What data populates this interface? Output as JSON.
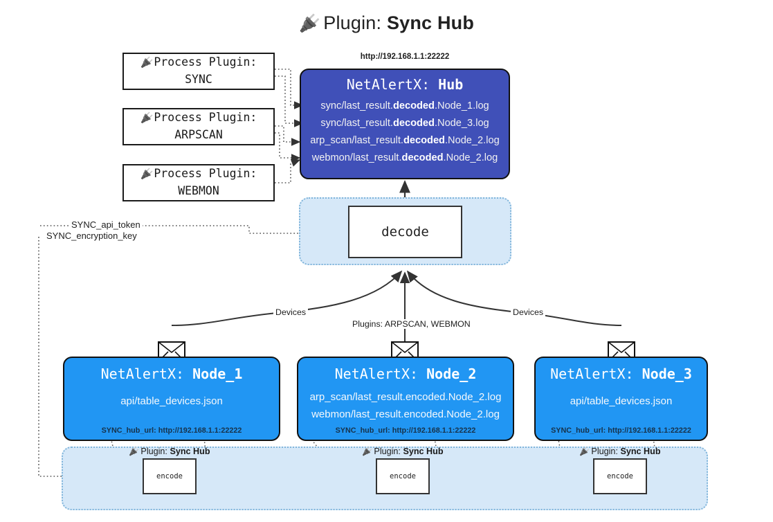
{
  "title": {
    "prefix": "Plugin:",
    "name": "Sync Hub",
    "icon": "plug-icon"
  },
  "process_plugins": [
    {
      "line1": "Process Plugin:",
      "line2": "SYNC",
      "icon": "plug-icon"
    },
    {
      "line1": "Process Plugin:",
      "line2": "ARPSCAN",
      "icon": "plug-icon"
    },
    {
      "line1": "Process Plugin:",
      "line2": "WEBMON",
      "icon": "plug-icon"
    }
  ],
  "hub": {
    "url": "http://192.168.1.1:22222",
    "title_prefix": "NetAlertX:",
    "title_name": "Hub",
    "logs": [
      {
        "pre": "sync/last_result.",
        "em": "decoded",
        "post": ".Node_1.log"
      },
      {
        "pre": "sync/last_result.",
        "em": "decoded",
        "post": ".Node_3.log"
      },
      {
        "pre": "arp_scan/last_result.",
        "em": "decoded",
        "post": ".Node_2.log"
      },
      {
        "pre": "webmon/last_result.",
        "em": "decoded",
        "post": ".Node_2.log"
      }
    ],
    "color": "#4050b8"
  },
  "decode": {
    "label": "decode"
  },
  "config_labels": {
    "api_token": "SYNC_api_token",
    "encryption_key": "SYNC_encryption_key"
  },
  "flow_labels": {
    "devices_left": "Devices",
    "devices_right": "Devices",
    "plugins_center": "Plugins: ARPSCAN, WEBMON"
  },
  "nodes": [
    {
      "title_prefix": "NetAlertX:",
      "title_name": "Node_1",
      "lines": [
        "api/table_devices.json"
      ],
      "footer": "SYNC_hub_url: http://192.168.1.1:22222",
      "icon": "envelope-icon"
    },
    {
      "title_prefix": "NetAlertX:",
      "title_name": "Node_2",
      "lines": [
        "arp_scan/last_result.encoded.Node_2.log",
        "webmon/last_result.encoded.Node_2.log"
      ],
      "footer": "SYNC_hub_url: http://192.168.1.1:22222",
      "icon": "envelope-icon"
    },
    {
      "title_prefix": "NetAlertX:",
      "title_name": "Node_3",
      "lines": [
        "api/table_devices.json"
      ],
      "footer": "SYNC_hub_url: http://192.168.1.1:22222",
      "icon": "envelope-icon"
    }
  ],
  "encoders": [
    {
      "caption_prefix": "Plugin:",
      "caption_name": "Sync Hub",
      "label": "encode",
      "icon": "plug-icon"
    },
    {
      "caption_prefix": "Plugin:",
      "caption_name": "Sync Hub",
      "label": "encode",
      "icon": "plug-icon"
    },
    {
      "caption_prefix": "Plugin:",
      "caption_name": "Sync Hub",
      "label": "encode",
      "icon": "plug-icon"
    }
  ],
  "colors": {
    "hub": "#4050b8",
    "node": "#2196f3",
    "container": "#d6e8f8",
    "container_border": "#7fb4da",
    "stroke": "#333333"
  }
}
